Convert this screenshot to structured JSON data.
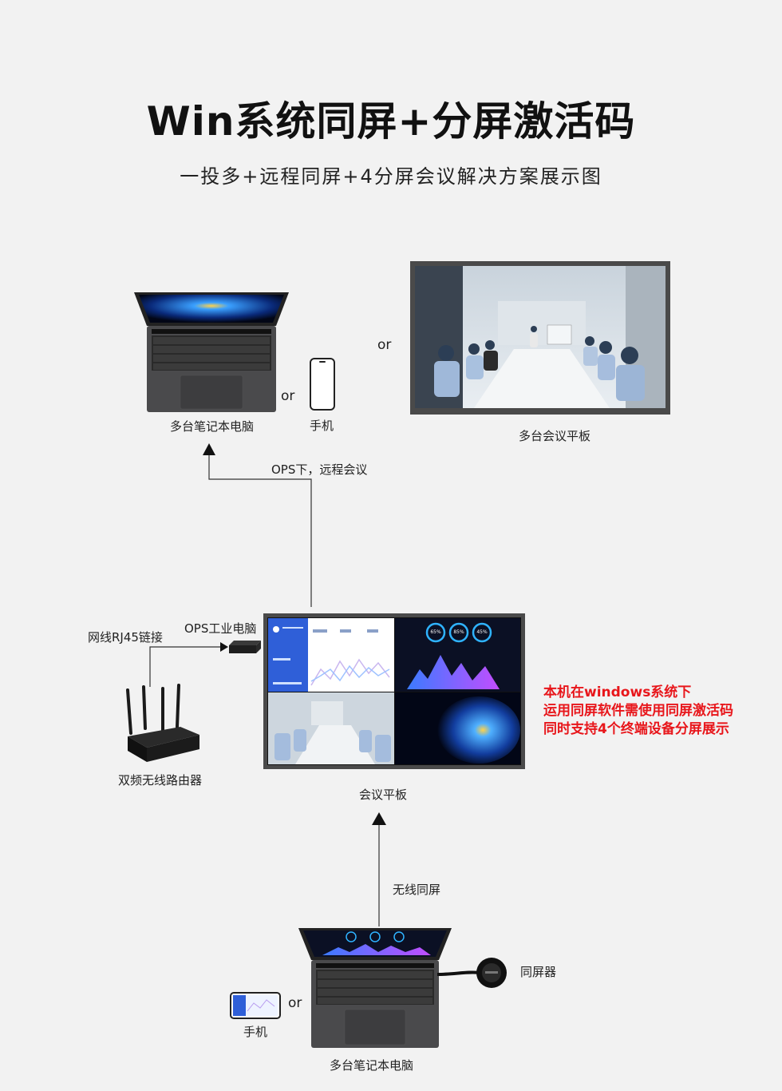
{
  "header": {
    "title": "Win系统同屏+分屏激活码",
    "subtitle": "一投多+远程同屏+4分屏会议解决方案展示图"
  },
  "top_section": {
    "laptop_label": "多台笔记本电脑",
    "phone_label": "手机",
    "or_1": "or",
    "or_2": "or",
    "panel_label": "多台会议平板",
    "link_label": "OPS下，远程会议"
  },
  "middle_section": {
    "ops_label": "OPS工业电脑",
    "network_label": "网线RJ45链接",
    "router_label": "双频无线路由器",
    "panel_label": "会议平板",
    "note_lines": [
      "本机在windows系统下",
      "运用同屏软件需使用同屏激活码",
      "同时支持4个终端设备分屏展示"
    ],
    "gauges": [
      "65%",
      "85%",
      "45%"
    ]
  },
  "bottom_section": {
    "link_label": "无线同屏",
    "dongle_label": "同屏器",
    "phone_label": "手机",
    "or": "or",
    "laptop_label": "多台笔记本电脑"
  },
  "colors": {
    "accent_red": "#e8161b",
    "dashboard_blue": "#2f5fd8",
    "dark": "#1b1b1b"
  }
}
